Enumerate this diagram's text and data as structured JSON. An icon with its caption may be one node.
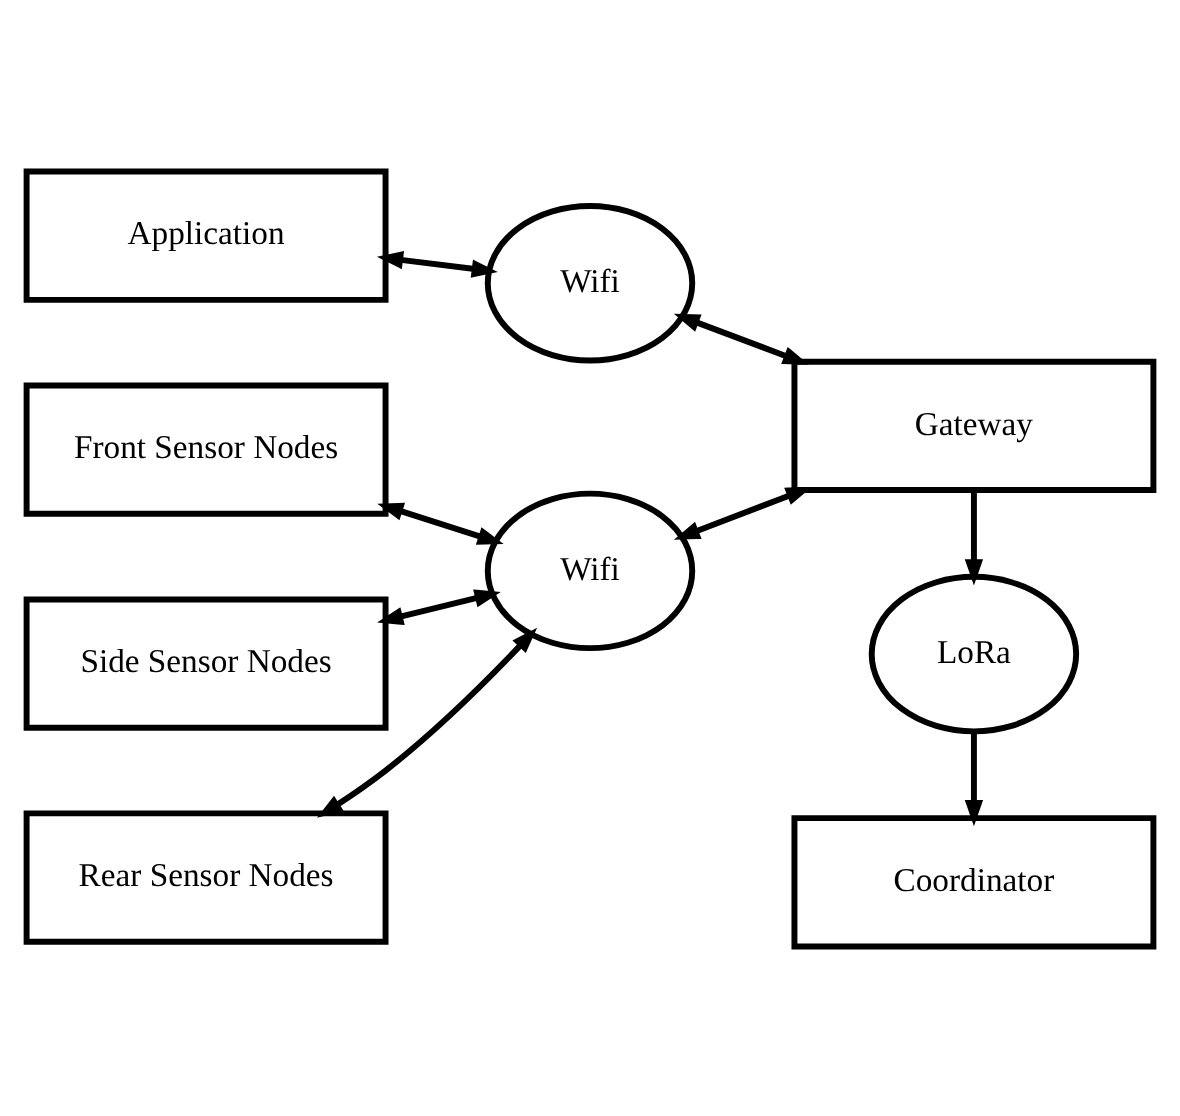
{
  "diagram": {
    "nodes": [
      {
        "text": [
          "Application"
        ]
      },
      {
        "text": [
          "Front Sensor Nodes"
        ]
      },
      {
        "text": [
          "Wifi"
        ]
      },
      {
        "text": [
          "Side Sensor Nodes"
        ]
      },
      {
        "text": [
          "Wifi"
        ]
      },
      {
        "text": [
          "Gateway"
        ]
      },
      {
        "text": [
          "Rear Sensor Nodes"
        ]
      },
      {
        "text": [
          "LoRa"
        ]
      },
      {
        "text": [
          "Coordinator"
        ]
      }
    ],
    "edges": [
      {
        "from": 0,
        "to": 2,
        "arrow": "both"
      },
      {
        "from": 1,
        "to": 4,
        "arrow": "both"
      },
      {
        "from": 2,
        "to": 5,
        "arrow": "both"
      },
      {
        "from": 3,
        "to": 4,
        "arrow": "both"
      },
      {
        "from": 4,
        "to": 5,
        "arrow": "both"
      },
      {
        "from": 6,
        "to": 4,
        "arrow": "both"
      },
      {
        "from": 5,
        "to": 7,
        "arrow": "to"
      },
      {
        "from": 7,
        "to": 8,
        "arrow": "to"
      }
    ]
  }
}
